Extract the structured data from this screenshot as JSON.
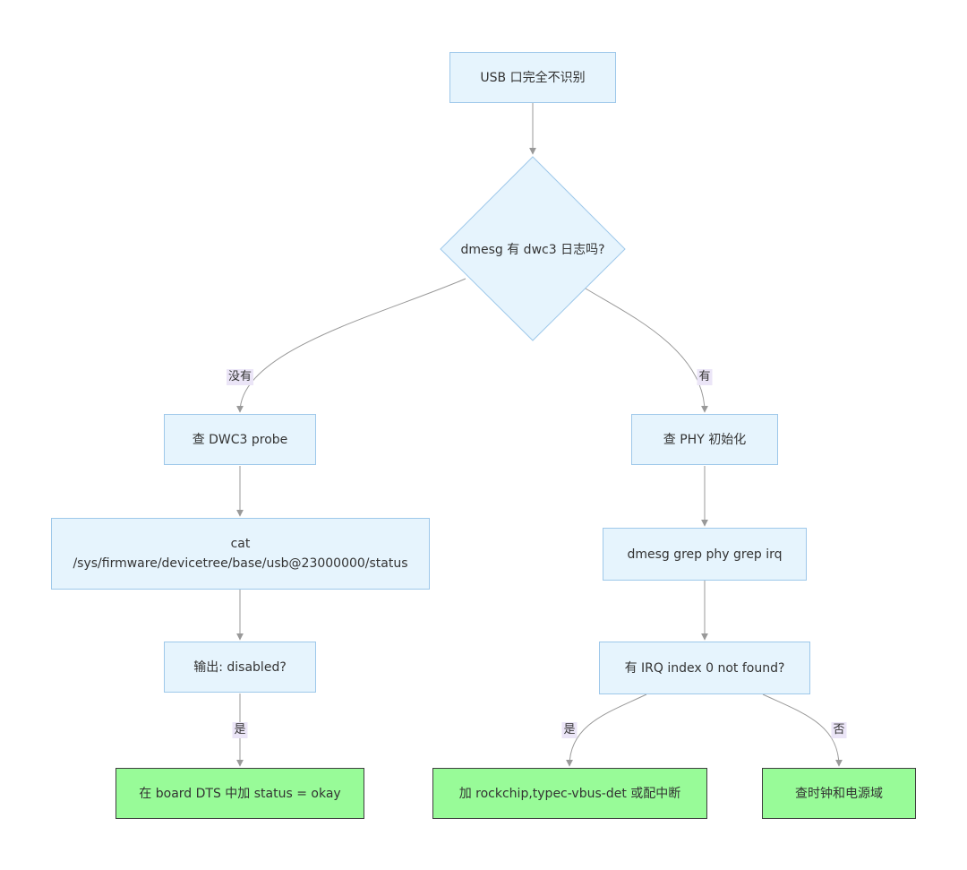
{
  "nodes": {
    "start": "USB 口完全不识别",
    "decision_log": "dmesg 有 dwc3 日志吗?",
    "check_probe": "查 DWC3 probe",
    "cat_status": "cat\n/sys/firmware/devicetree/base/usb@23000000/status",
    "output_disabled": "输出: disabled?",
    "fix_status": "在 board DTS 中加 status = okay",
    "check_phy": "查 PHY 初始化",
    "grep_phy": "dmesg grep phy grep irq",
    "irq_not_found": "有 IRQ index 0 not found?",
    "add_vbus": "加 rockchip,typec-vbus-det 或配中断",
    "check_clock": "查时钟和电源域"
  },
  "edge_labels": {
    "no": "没有",
    "yes_phy": "有",
    "yes_disabled": "是",
    "yes_irq": "是",
    "no_irq": "否"
  },
  "colors": {
    "process_fill": "#e6f4fd",
    "process_border": "#9ec8ea",
    "terminal_fill": "#98fb98",
    "terminal_border": "#3e3e3e",
    "edge": "#999999",
    "edge_label_bg": "#ebe5f7"
  }
}
